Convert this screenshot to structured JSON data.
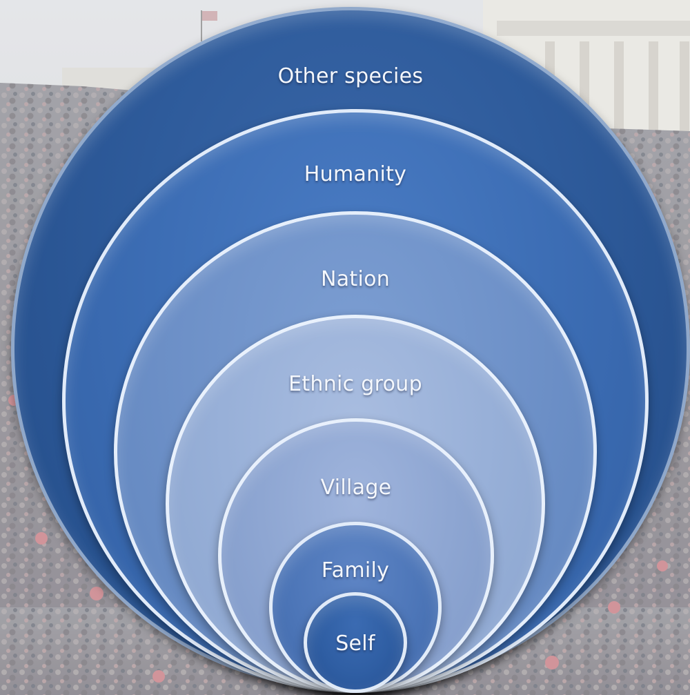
{
  "diagram": {
    "circles": [
      {
        "id": "other-species",
        "label": "Other species"
      },
      {
        "id": "humanity",
        "label": "Humanity"
      },
      {
        "id": "nation",
        "label": "Nation"
      },
      {
        "id": "ethnic-group",
        "label": "Ethnic group"
      },
      {
        "id": "village",
        "label": "Village"
      },
      {
        "id": "family",
        "label": "Family"
      },
      {
        "id": "self",
        "label": "Self"
      }
    ]
  },
  "colors": {
    "outer_ring": "#2e5b9b",
    "ring_border": "#f0f6ff",
    "label_text": "#f4f7fc"
  }
}
